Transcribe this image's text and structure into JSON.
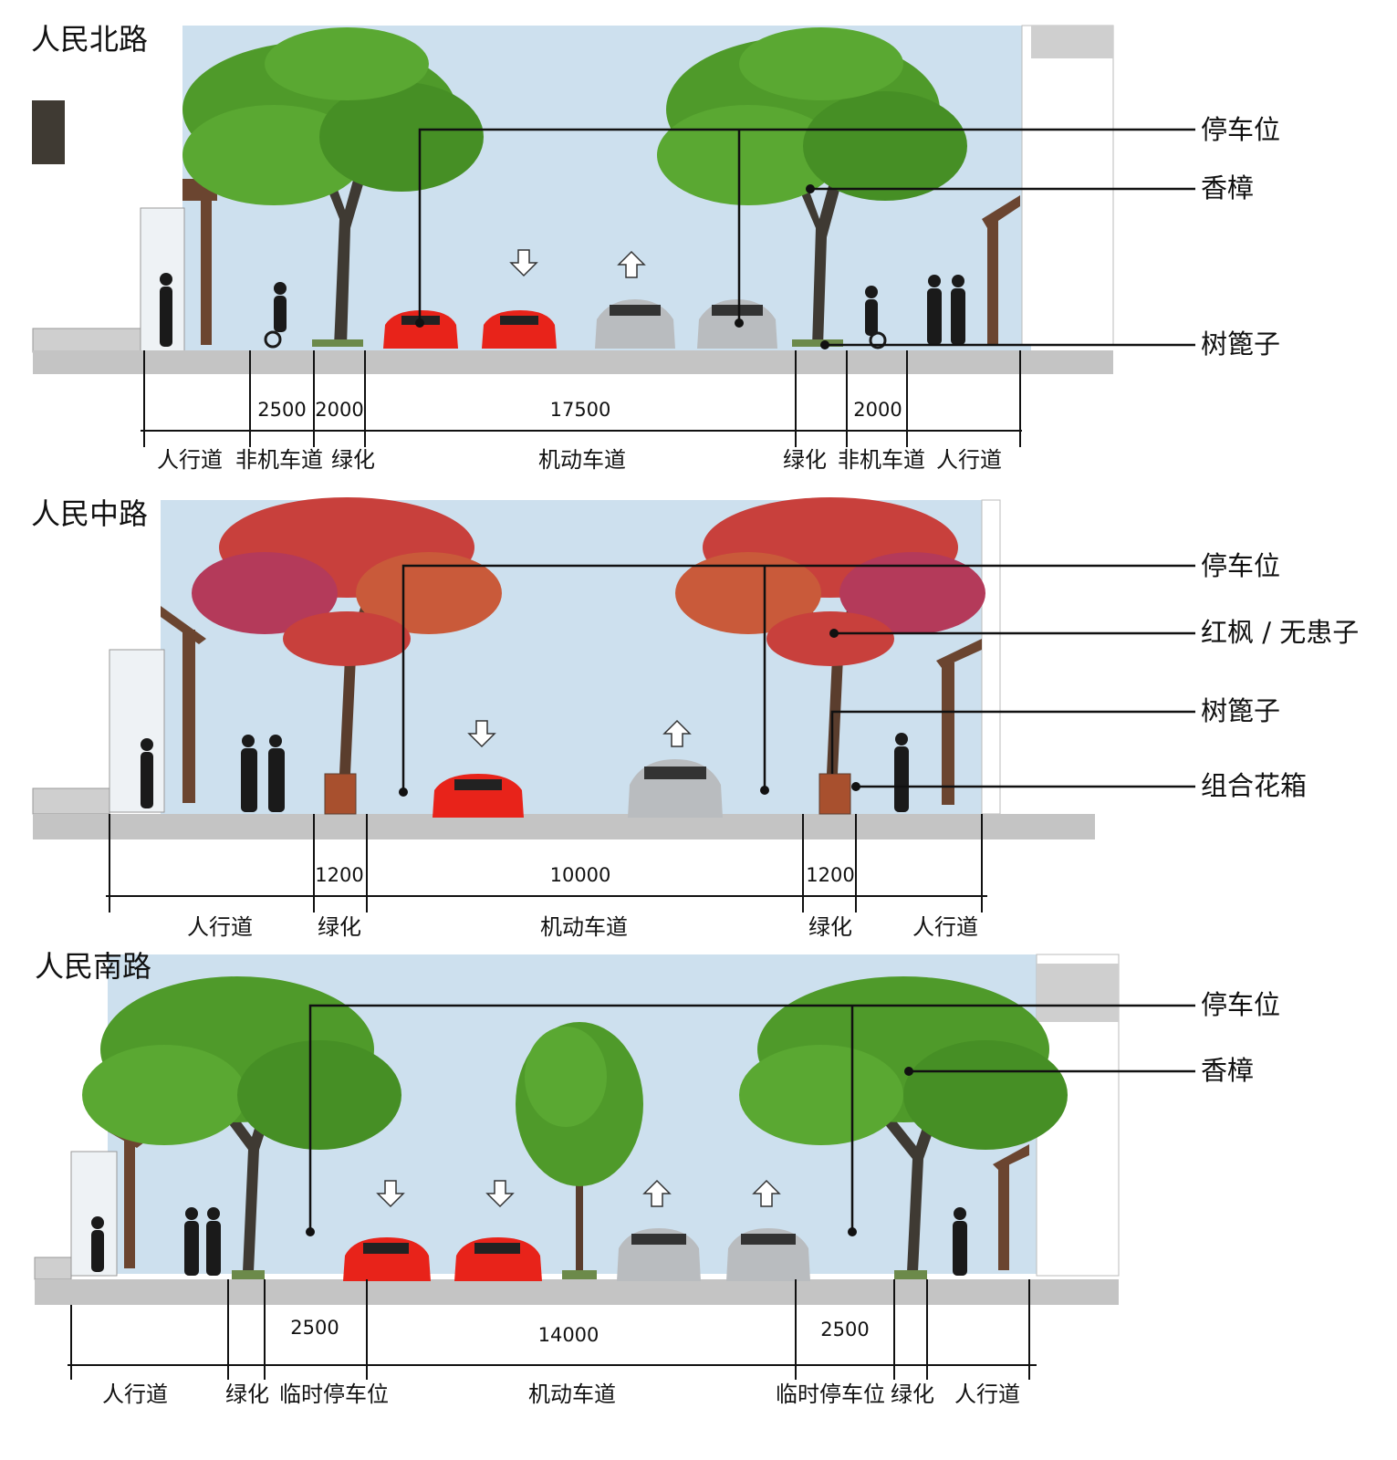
{
  "sections": [
    {
      "title": "人民北路",
      "callouts": [
        "停车位",
        "香樟",
        "树篦子"
      ],
      "dims": [
        "2500",
        "2000",
        "17500",
        "2000"
      ],
      "labels": [
        "人行道",
        "非机车道",
        "绿化",
        "机动车道",
        "绿化",
        "非机车道",
        "人行道"
      ],
      "tree_color": "#4f9a2a"
    },
    {
      "title": "人民中路",
      "callouts": [
        "停车位",
        "红枫 / 无患子",
        "树篦子",
        "组合花箱"
      ],
      "dims": [
        "1200",
        "10000",
        "1200"
      ],
      "labels": [
        "人行道",
        "绿化",
        "机动车道",
        "绿化",
        "人行道"
      ],
      "tree_color": "#c8403c"
    },
    {
      "title": "人民南路",
      "callouts": [
        "停车位",
        "香樟"
      ],
      "dims": [
        "2500",
        "14000",
        "2500"
      ],
      "labels": [
        "人行道",
        "绿化",
        "临时停车位",
        "机动车道",
        "临时停车位",
        "绿化",
        "人行道"
      ],
      "tree_color": "#4f9a2a"
    }
  ],
  "colors": {
    "sky": "#cde0ee",
    "ground": "#c4c4c4",
    "car_red": "#e8231a",
    "car_silver": "#b9bcbf",
    "trunk": "#3f3a33",
    "wood": "#6b4530",
    "line": "#111111"
  }
}
